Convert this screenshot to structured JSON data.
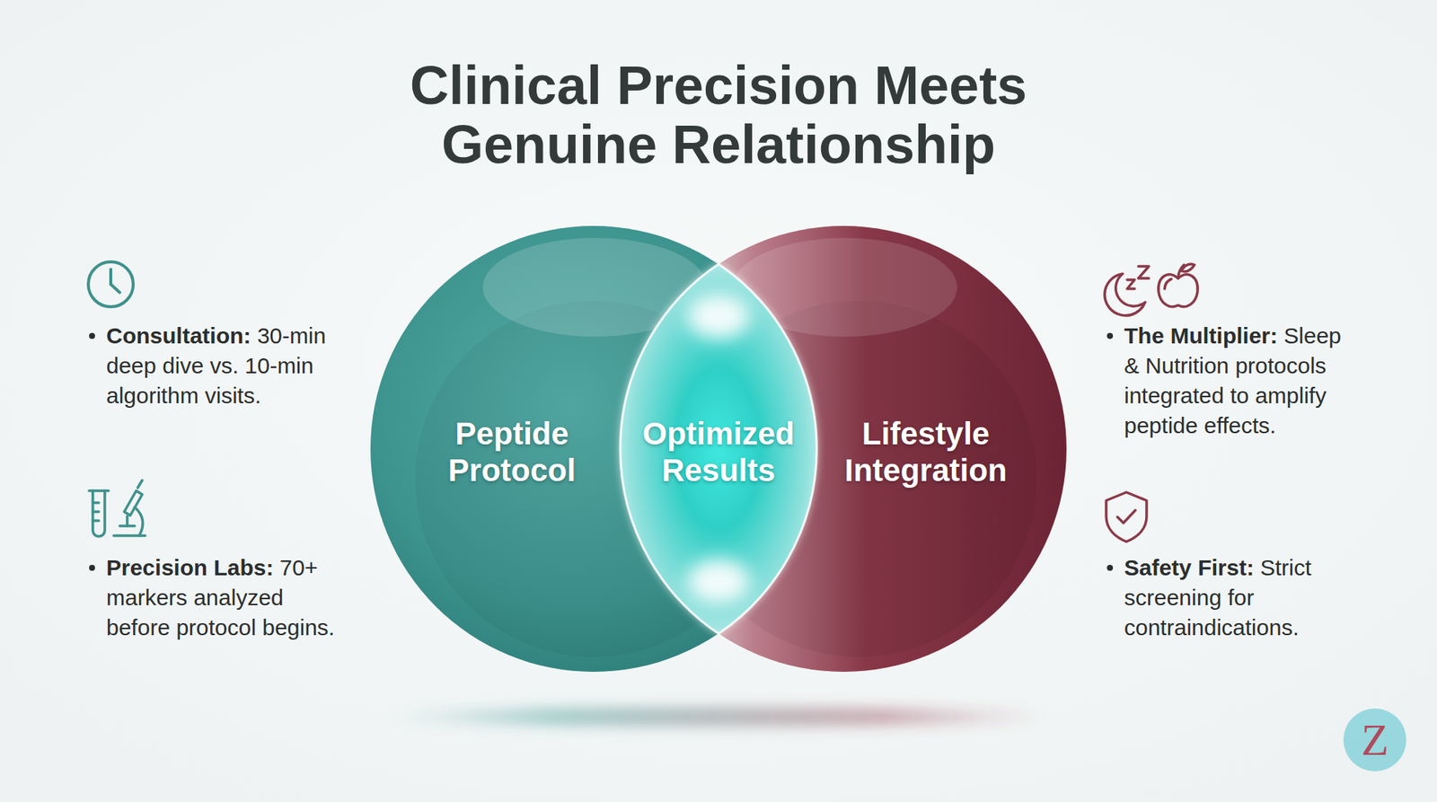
{
  "diagram": {
    "title": "Clinical Precision Meets Genuine Relationship",
    "nodes": [
      {
        "text": [
          "Peptide Protocol"
        ]
      },
      {
        "text": [
          "Optimized Results"
        ]
      },
      {
        "text": [
          "Lifestyle Integration"
        ]
      }
    ],
    "labels": [
      "Consultation:",
      "30-min deep dive vs. 10-min algorithm visits.",
      "Precision Labs:",
      "70+ markers analyzed before protocol begins.",
      "The Multiplier:",
      "Sleep & Nutrition protocols integrated to amplify peptide effects.",
      "Safety First:",
      "Strict screening for contraindications.",
      "Z"
    ]
  }
}
